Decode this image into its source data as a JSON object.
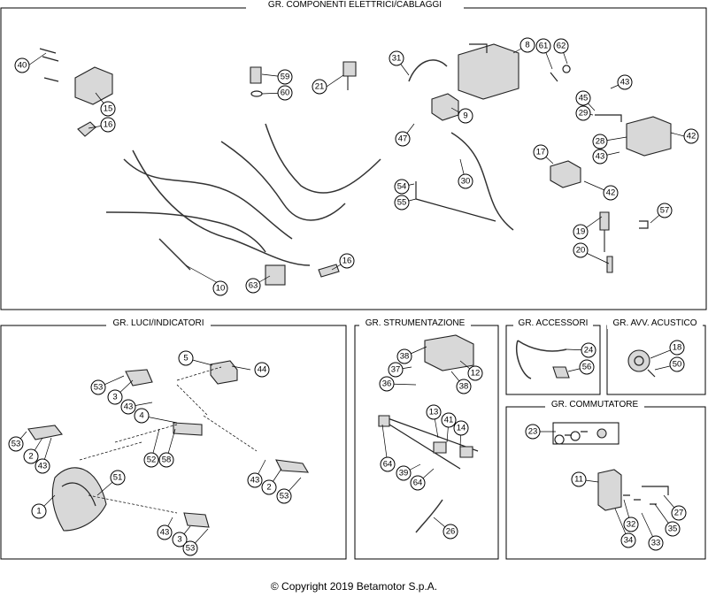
{
  "sections": [
    {
      "id": "componenti",
      "title": "GR. COMPONENTI ELETTRICI/CABLAGGI"
    },
    {
      "id": "luci",
      "title": "GR. LUCI/INDICATORI"
    },
    {
      "id": "strumentazione",
      "title": "GR. STRUMENTAZIONE"
    },
    {
      "id": "accessori",
      "title": "GR. ACCESSORI"
    },
    {
      "id": "avvisatore",
      "title": "GR. AVV. ACUSTICO"
    },
    {
      "id": "commutatore",
      "title": "GR. COMMUTATORE"
    }
  ],
  "callouts": {
    "componenti": [
      "40",
      "15",
      "16",
      "59",
      "60",
      "21",
      "31",
      "8",
      "61",
      "62",
      "9",
      "47",
      "45",
      "43",
      "29",
      "42",
      "28",
      "43",
      "17",
      "42",
      "30",
      "54",
      "55",
      "57",
      "19",
      "20",
      "16",
      "10",
      "63"
    ],
    "luci": [
      "5",
      "44",
      "53",
      "3",
      "43",
      "4",
      "53",
      "2",
      "43",
      "52",
      "58",
      "51",
      "1",
      "43",
      "2",
      "53",
      "43",
      "3",
      "53"
    ],
    "strumentazione": [
      "38",
      "37",
      "36",
      "12",
      "38",
      "13",
      "41",
      "14",
      "64",
      "39",
      "64",
      "26"
    ],
    "accessori": [
      "24",
      "56"
    ],
    "avvisatore": [
      "18",
      "50"
    ],
    "commutatore": [
      "23",
      "11",
      "27",
      "32",
      "35",
      "34",
      "33"
    ]
  },
  "copyright": "© Copyright 2019 Betamotor S.p.A."
}
